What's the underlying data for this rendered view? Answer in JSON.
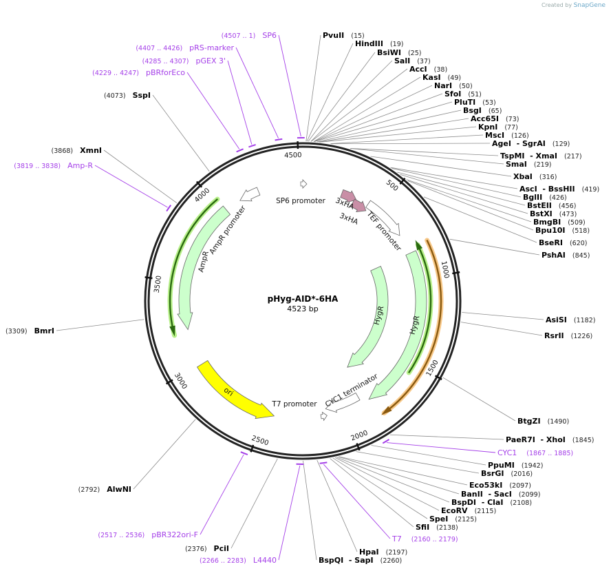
{
  "branding": {
    "created_by": "Created by",
    "app": "SnapGene"
  },
  "plasmid": {
    "name": "pHyg-AID*-6HA",
    "length_label": "4523 bp",
    "length_bp": 4523
  },
  "ticks": [
    "500",
    "1000",
    "1500",
    "2000",
    "2500",
    "3000",
    "3500",
    "4000",
    "4500"
  ],
  "enzymes_right": [
    {
      "name": "PvuII",
      "pos": "(15)"
    },
    {
      "name": "HindIII",
      "pos": "(19)"
    },
    {
      "name": "BsiWI",
      "pos": "(25)"
    },
    {
      "name": "SalI",
      "pos": "(37)"
    },
    {
      "name": "AccI",
      "pos": "(38)"
    },
    {
      "name": "KasI",
      "pos": "(49)"
    },
    {
      "name": "NarI",
      "pos": "(50)"
    },
    {
      "name": "SfoI",
      "pos": "(51)"
    },
    {
      "name": "PluTI",
      "pos": "(53)"
    },
    {
      "name": "BsgI",
      "pos": "(65)"
    },
    {
      "name": "Acc65I",
      "pos": "(73)"
    },
    {
      "name": "KpnI",
      "pos": "(77)"
    },
    {
      "name": "MscI",
      "pos": "(126)"
    },
    {
      "name": "AgeI  - SgrAI",
      "pos": "(129)"
    },
    {
      "name": "TspMI  - XmaI",
      "pos": "(217)"
    },
    {
      "name": "SmaI",
      "pos": "(219)"
    },
    {
      "name": "XbaI",
      "pos": "(316)"
    },
    {
      "name": "AscI  - BssHII",
      "pos": "(419)"
    },
    {
      "name": "BglII",
      "pos": "(426)"
    },
    {
      "name": "BstEII",
      "pos": "(456)"
    },
    {
      "name": "BstXI",
      "pos": "(473)"
    },
    {
      "name": "BmgBI",
      "pos": "(509)"
    },
    {
      "name": "Bpu10I",
      "pos": "(518)"
    },
    {
      "name": "BseRI",
      "pos": "(620)"
    },
    {
      "name": "PshAI",
      "pos": "(845)"
    },
    {
      "name": "AsiSI",
      "pos": "(1182)"
    },
    {
      "name": "RsrII",
      "pos": "(1226)"
    },
    {
      "name": "BtgZI",
      "pos": "(1490)"
    },
    {
      "name": "PaeR7I  - XhoI",
      "pos": "(1845)"
    },
    {
      "name": "PpuMI",
      "pos": "(1942)"
    },
    {
      "name": "BsrGI",
      "pos": "(2016)"
    },
    {
      "name": "Eco53kI",
      "pos": "(2097)"
    },
    {
      "name": "BanII  - SacI",
      "pos": "(2099)"
    },
    {
      "name": "BspDI  - ClaI",
      "pos": "(2108)"
    },
    {
      "name": "EcoRV",
      "pos": "(2115)"
    },
    {
      "name": "SpeI",
      "pos": "(2125)"
    },
    {
      "name": "SfiI",
      "pos": "(2138)"
    },
    {
      "name": "HpaI",
      "pos": "(2197)"
    },
    {
      "name": "BspQI  - SapI",
      "pos": "(2260)"
    }
  ],
  "enzymes_left": [
    {
      "name": "SspI",
      "pos": "(4073)"
    },
    {
      "name": "XmnI",
      "pos": "(3868)"
    },
    {
      "name": "BmrI",
      "pos": "(3309)"
    },
    {
      "name": "AlwNI",
      "pos": "(2792)"
    },
    {
      "name": "PciI",
      "pos": "(2376)"
    }
  ],
  "primers": [
    {
      "name": "SP6",
      "range": "(4507 .. 1)"
    },
    {
      "name": "pRS-marker",
      "range": "(4407 .. 4426)"
    },
    {
      "name": "pGEX 3'",
      "range": "(4285 .. 4307)"
    },
    {
      "name": "pBRforEco",
      "range": "(4229 .. 4247)"
    },
    {
      "name": "Amp-R",
      "range": "(3819 .. 3838)"
    },
    {
      "name": "pBR322ori-F",
      "range": "(2517 .. 2536)"
    },
    {
      "name": "L4440",
      "range": "(2266 .. 2283)"
    },
    {
      "name": "CYC1",
      "range": "(1867 .. 1885)"
    },
    {
      "name": "T7",
      "range": "(2160 .. 2179)"
    }
  ],
  "features": {
    "sp6_promoter": "SP6 promoter",
    "ha1": "3xHA",
    "ha2": "3xHA",
    "tef": "TEF promoter",
    "hygr_inner": "HygR",
    "hygr_outer": "HygR",
    "cyc1_term": "CYC1 terminator",
    "t7_promoter": "T7 promoter",
    "ori": "ori",
    "ampr": "AmpR",
    "ampr_promoter": "AmpR promoter"
  },
  "colors": {
    "primer": "#a43ee8",
    "cds": "#ccffcc",
    "ori": "#ffff00",
    "misc": "#c98ea6",
    "orange": "#f5b041"
  }
}
